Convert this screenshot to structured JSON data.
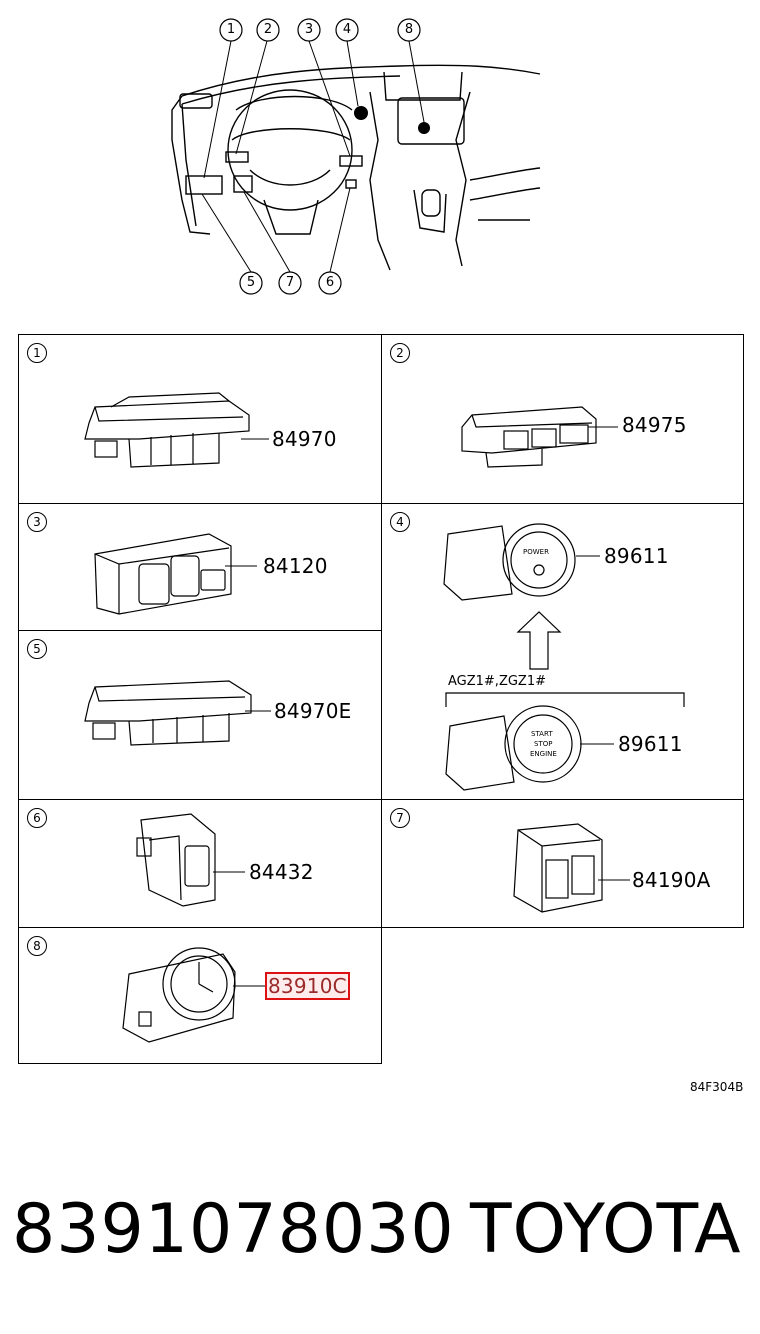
{
  "overview": {
    "callouts": [
      "1",
      "2",
      "3",
      "4",
      "8",
      "5",
      "7",
      "6"
    ]
  },
  "cells": [
    {
      "index": "1",
      "part": "84970"
    },
    {
      "index": "2",
      "part": "84975"
    },
    {
      "index": "3",
      "part": "84120"
    },
    {
      "index": "4",
      "part": "89611",
      "variant_label": "AGZ1#,ZGZ1#",
      "variant_part": "89611",
      "button_text_top": "POWER",
      "button_text_bottom": [
        "START",
        "STOP",
        "ENGINE"
      ]
    },
    {
      "index": "5",
      "part": "84970E"
    },
    {
      "index": "6",
      "part": "84432"
    },
    {
      "index": "7",
      "part": "84190A"
    },
    {
      "index": "8",
      "part": "83910C"
    }
  ],
  "diagram_code": "84F304B",
  "footer": {
    "part_number": "8391078030",
    "brand": "TOYOTA"
  }
}
